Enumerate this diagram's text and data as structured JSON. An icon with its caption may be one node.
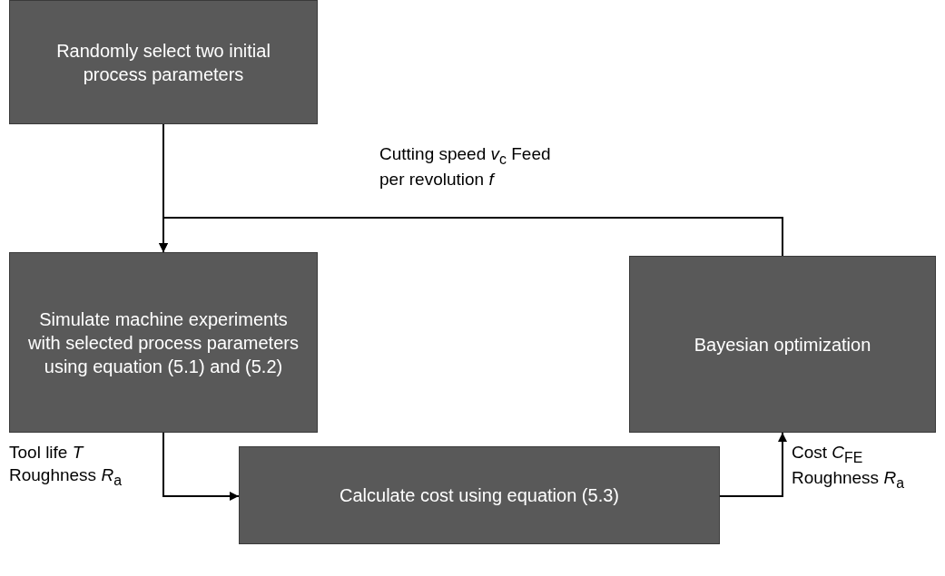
{
  "diagram": {
    "nodes": [
      {
        "text": [
          "Randomly select two initial process parameters"
        ]
      },
      {
        "text": [
          "Simulate machine experiments with selected process parameters using equation (5.1) and (5.2)"
        ]
      },
      {
        "text": [
          "Bayesian optimization"
        ]
      },
      {
        "text": [
          "Calculate cost using equation (5.3)"
        ]
      }
    ],
    "edges": [
      {
        "from": 0,
        "to": 1,
        "arrow": "to"
      },
      {
        "from": 2,
        "to": 1,
        "arrow": "to",
        "label": "Cutting speed *v*$_{c}$ Feed per revolution *f*"
      },
      {
        "from": 1,
        "to": 3,
        "arrow": "to",
        "label": "Tool life *T* Roughness *R*$_{a}$"
      },
      {
        "from": 3,
        "to": 2,
        "arrow": "to",
        "label": "Cost *C*$_{FE}$ Roughness *R*$_{a}$"
      }
    ]
  }
}
